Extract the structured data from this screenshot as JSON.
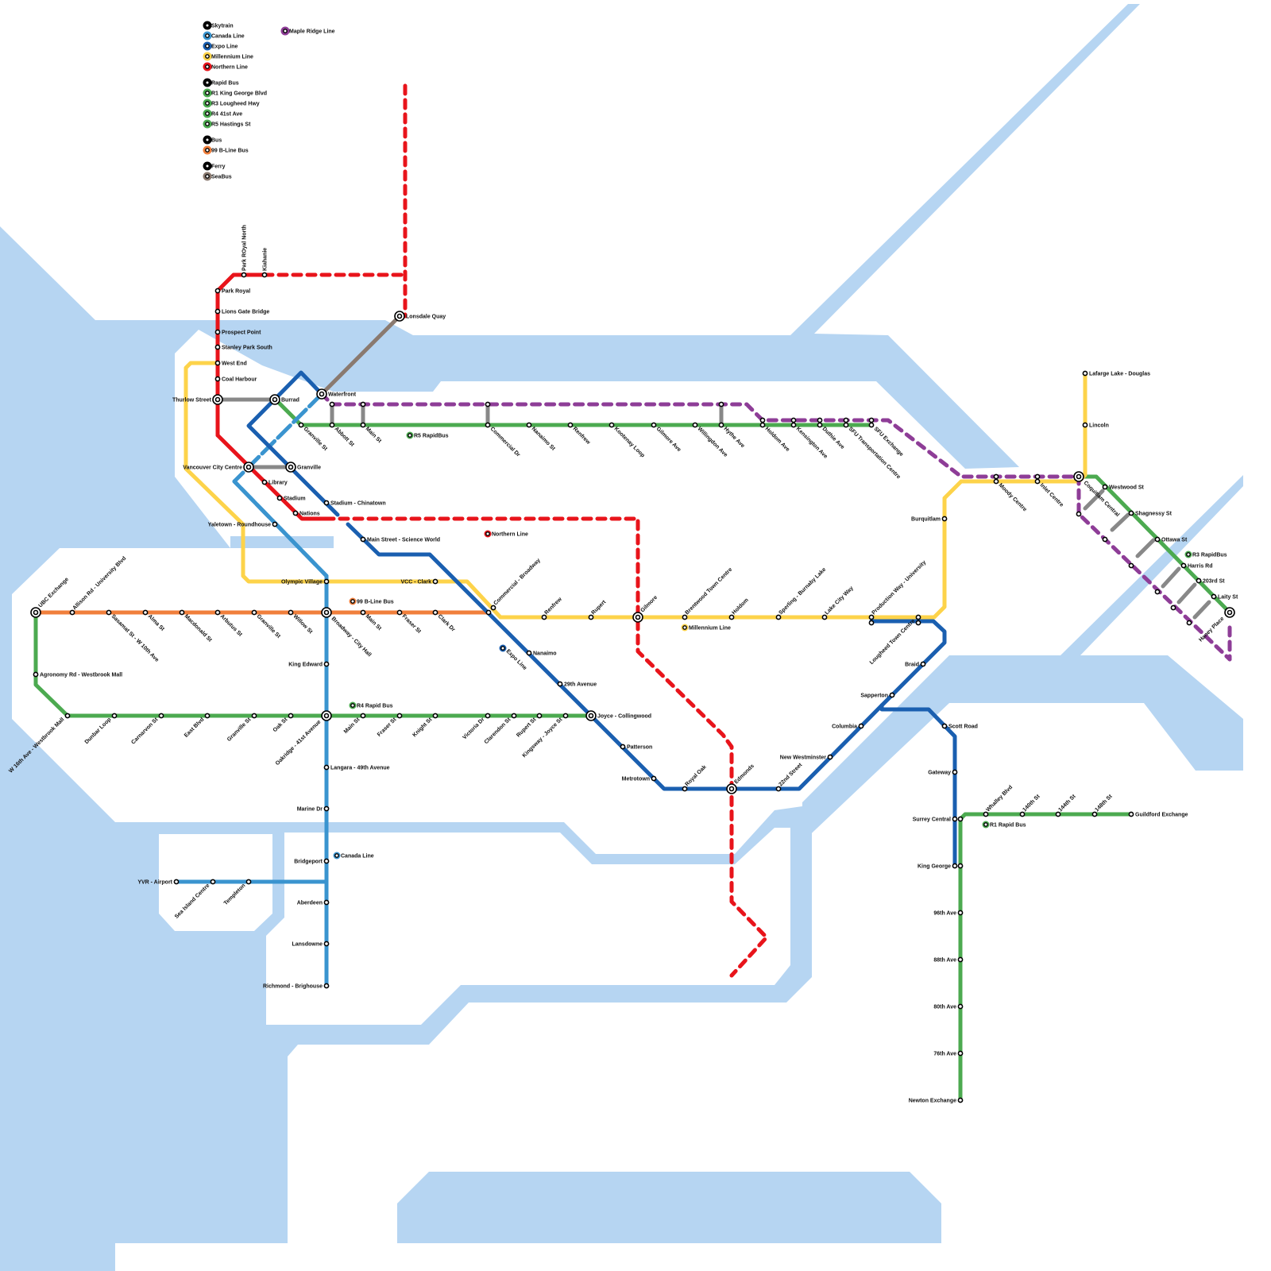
{
  "legend": {
    "items": [
      {
        "label": "Skytrain",
        "color": "#000000"
      },
      {
        "label": "Canada Line",
        "color": "#3a94cf"
      },
      {
        "label": "Expo Line",
        "color": "#1a5fb0"
      },
      {
        "label": "Millennium Line",
        "color": "#fdd34a"
      },
      {
        "label": "Northern Line",
        "color": "#e8141b"
      },
      {
        "label": "Rapid Bus",
        "color": "#000000"
      },
      {
        "label": "R1 King George Blvd",
        "color": "#4caa50"
      },
      {
        "label": "R3 Lougheed Hwy",
        "color": "#4caa50"
      },
      {
        "label": "R4 41st Ave",
        "color": "#4caa50"
      },
      {
        "label": "R5 Hastings St",
        "color": "#4caa50"
      },
      {
        "label": "Bus",
        "color": "#000000"
      },
      {
        "label": "99 B-Line Bus",
        "color": "#f07f3c"
      },
      {
        "label": "Ferry",
        "color": "#000000"
      },
      {
        "label": "SeaBus",
        "color": "#8a7a70"
      },
      {
        "label": "Maple Ridge Line",
        "color": "#8e3d97"
      }
    ]
  },
  "colors": {
    "water": "#b6d5f2",
    "expo": "#1a5fb0",
    "canada": "#3a94cf",
    "millennium": "#fdd34a",
    "northern": "#e8141b",
    "bline": "#f07f3c",
    "rapidbus": "#4caa50",
    "maple": "#8e3d97",
    "seabus": "#8a7a70",
    "transfer": "#888888"
  },
  "line_labels": [
    {
      "label": "Northern Line",
      "color": "#e8141b"
    },
    {
      "label": "99 B-Line Bus",
      "color": "#f07f3c"
    },
    {
      "label": "R4 Rapid Bus",
      "color": "#4caa50"
    },
    {
      "label": "R5 RapidBus",
      "color": "#4caa50"
    },
    {
      "label": "Millennium Line",
      "color": "#fdd34a"
    },
    {
      "label": "Expo Line",
      "color": "#1a5fb0"
    },
    {
      "label": "Canada Line",
      "color": "#3a94cf"
    },
    {
      "label": "R1 Rapid Bus",
      "color": "#4caa50"
    },
    {
      "label": "R3 RapidBus",
      "color": "#4caa50"
    }
  ],
  "stations": [
    "Park ROyal North",
    "Kiahanie",
    "Park Royal",
    "Lions Gate Bridge",
    "Prospect Point",
    "Stanley Park South",
    "West End",
    "Coal Harbour",
    "Thurlow Street",
    "Burrad",
    "Waterfront",
    "Lonsdale Quay",
    "Vancouver City Centre",
    "Granville",
    "Library",
    "Stadium",
    "Nations",
    "Stadium - Chinatown",
    "Yaletown - Roundhouse",
    "Main Street - Science World",
    "Olympic Village",
    "VCC - Clark",
    "Commercial - Broadway",
    "UBC Exchange",
    "Allison Rd - University Blvd",
    "Sasamat St - W 10th Ave",
    "Alma St",
    "Macdonald St",
    "Arbutus St",
    "Granville St",
    "Willow St",
    "Broadway - City Hall",
    "Main St",
    "Fraser St",
    "Clark Dr",
    "Renfrew",
    "Rupert",
    "Gilmore",
    "Brentwood Town Centre",
    "Holdom",
    "Sperling - Burnaby Lake",
    "Lake City Way",
    "Production Way - University",
    "Lougheed Town Centre",
    "Burquitlam",
    "Moody Centre",
    "Inlet Centre",
    "Coquitlam Central",
    "Lincoln",
    "Lafarge Lake - Douglas",
    "Nanaimo",
    "29th Avenue",
    "Joyce - Collingwood",
    "Patterson",
    "Metrotown",
    "Royal Oak",
    "Edmonds",
    "22nd Street",
    "New Westminster",
    "Columbia",
    "Sapperton",
    "Braid",
    "Scott Road",
    "Gateway",
    "Surrey Central",
    "King George",
    "King Edward",
    "Oakridge - 41st Avenue",
    "Langara - 49th Avenue",
    "Marine Dr",
    "Bridgeport",
    "Aberdeen",
    "Lansdowne",
    "Richmond - Brighouse",
    "Templeton",
    "Sea Island Centre",
    "YVR - Airport",
    "Agronomy Rd - Westbrook Mall",
    "W 16th Ave - Westbrook Mall",
    "Dunbar Loop",
    "Carnarvon St",
    "East Blvd",
    "Granville St",
    "Oak St",
    "Main St",
    "Fraser St",
    "Knight St",
    "Victoria Dr",
    "Clarendon St",
    "Rupert St",
    "Kingsway - Joyce St",
    "Granville St",
    "Abbott St",
    "Main St",
    "Commercial Dr",
    "Nanaimo St",
    "Renfrew",
    "Kootenay Loop",
    "Gilmore Ave",
    "Willingdon Ave",
    "Hythe Ave",
    "Holdom Ave",
    "Kensington Ave",
    "Duthie Ave",
    "SFU Transportation Centre",
    "SFU Exchange",
    "Westwood St",
    "Shagnessy St",
    "Ottawa St",
    "Harris Rd",
    "203rd St",
    "Laity St",
    "Haney Place",
    "Whalley Blvd",
    "140th St",
    "144th St",
    "148th St",
    "Guildford Exchange",
    "96th Ave",
    "88th Ave",
    "80th Ave",
    "76th Ave",
    "Newton Exchange"
  ]
}
